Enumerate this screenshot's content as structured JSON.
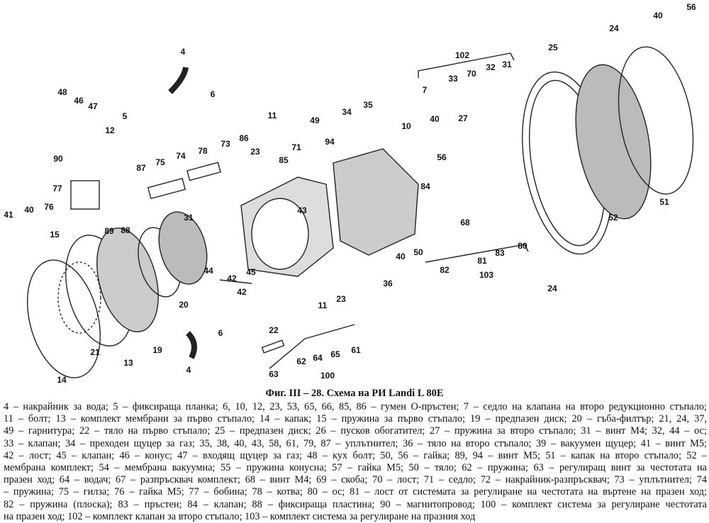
{
  "figure": {
    "title": "Фиг. III – 28. Схема на РИ Landi L 80E",
    "labels": [
      "4",
      "6",
      "48",
      "46",
      "47",
      "5",
      "12",
      "11",
      "23",
      "86",
      "49",
      "34",
      "35",
      "71",
      "85",
      "94",
      "73",
      "78",
      "74",
      "75",
      "87",
      "90",
      "77",
      "76",
      "89",
      "88",
      "41",
      "40",
      "15",
      "31",
      "43",
      "44",
      "42",
      "45",
      "42",
      "20",
      "19",
      "21",
      "13",
      "14",
      "6",
      "4",
      "22",
      "11",
      "23",
      "36",
      "40",
      "50",
      "84",
      "10",
      "7",
      "33",
      "27",
      "40",
      "56",
      "70",
      "32",
      "31",
      "102",
      "68",
      "82",
      "81",
      "83",
      "80",
      "103",
      "25",
      "24",
      "24",
      "52",
      "51",
      "40",
      "56",
      "63",
      "62",
      "64",
      "65",
      "61",
      "100"
    ]
  },
  "legend": {
    "lines": [
      "4 – накрайник за вода; 5 – фиксираща планка; 6, 10, 12, 23, 53, 65, 66, 85, 86 – гумен О-пръстен; 7 – седло на клапана на второ редукционно стъпало;",
      "11 – болт; 13 – комплект мембрани за първо стъпало; 14 – капак; 15 – пружина за първо стъпало; 19 – предпазен диск; 20 – гъба-филтър; 21, 24, 37,",
      "49 – гарнитура; 22 – тяло на първо стъпало; 25 – предпазен диск; 26 – пусков обогатител; 27 – пружина за второ стъпало; 31 – винт М4; 32, 44 – ос;",
      "33 – клапан; 34 – преходен щуцер за газ; 35, 38, 40, 43, 58, 61, 79, 87 – уплътнител; 36 – тяло на второ стъпало; 39 – вакуумен щуцер; 41 – винт М5;",
      "42 – лост; 45 – клапан; 46 – конус; 47 – входящ щуцер за газ; 48 – кух болт; 50, 56 – гайка; 89, 94 – винт М5; 51 – капак на второ стъпало; 52 –",
      "мембрана комплект; 54 – мембрана  вакуумна; 55 – пружина конусна; 57 – гайка М5; 50 – тяло; 62 – пружина; 63 – регулиращ винт за честотата на",
      "празен ход; 64 – водач; 67 – разпръсквач комплект; 68 – винт М4; 69 – скоба; 70 – лост; 71 – седло; 72 – накрайник-разпръсквач; 73 – уплътнител; 74",
      "– пружина; 75 – гилза; 76 – гайка М5; 77 – бобина; 78 – котва; 80 – ос; 81 – лост от системата за регулиране на честотата на въртене на празен ход;",
      "82 – пружина (плоска); 83 – пръстен; 84 – клапан; 88 – фиксираща пластина; 90 – магнитопровод; 100 – комплект система за регулиране честотата",
      "на празен ход; 102 – комплект клапан за второ стъпало; 103 – комплект  система за регулиране на празния ход"
    ]
  }
}
